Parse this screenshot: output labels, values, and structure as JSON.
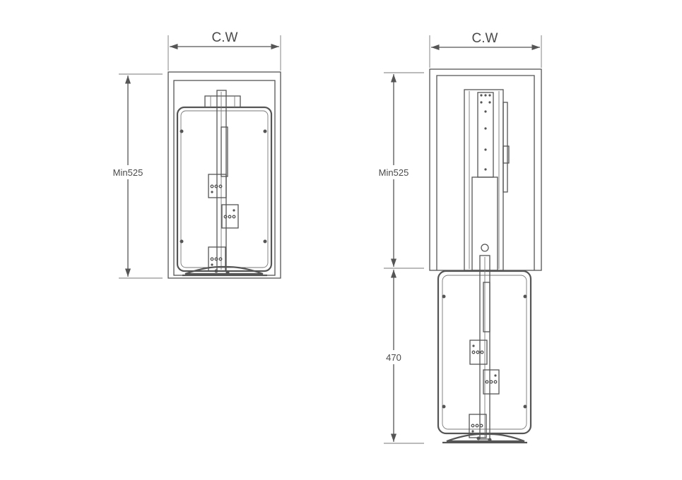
{
  "left_view": {
    "width_label": "C.W",
    "height_label": "Min525"
  },
  "right_view": {
    "width_label": "C.W",
    "height_label": "Min525",
    "extension_label": "470"
  },
  "colors": {
    "line": "#555555",
    "background": "#ffffff"
  }
}
